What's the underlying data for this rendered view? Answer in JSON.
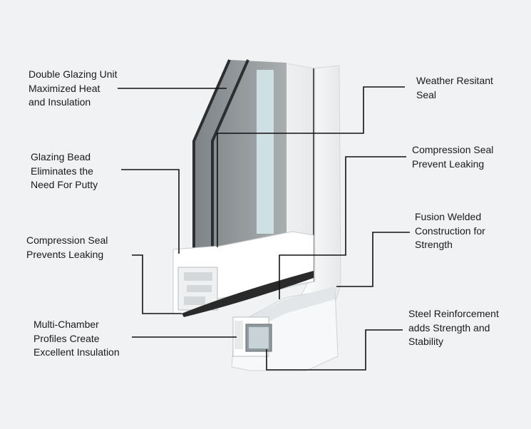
{
  "labels": {
    "double_glazing": "Double Glazing Unit\nMaximized Heat\nand Insulation",
    "glazing_bead": "Glazing Bead\nEliminates the\nNeed For Putty",
    "compression_seal_left": "Compression Seal\nPrevents Leaking",
    "multi_chamber": "Multi-Chamber\nProfiles Create\nExcellent Insulation",
    "weather_seal": "Weather Resitant\nSeal",
    "compression_seal_right": "Compression Seal\nPrevent Leaking",
    "fusion_welded": "Fusion Welded\nConstruction for\nStrength",
    "steel_reinforcement": "Steel Reinforcement\nadds Strength and\nStability"
  },
  "colors": {
    "background": "#f1f2f4",
    "glass": "#8f9497",
    "glass_light": "#cfe0e4",
    "profile": "#ffffff",
    "leader": "#111111",
    "gasket": "#6a9a4a"
  }
}
